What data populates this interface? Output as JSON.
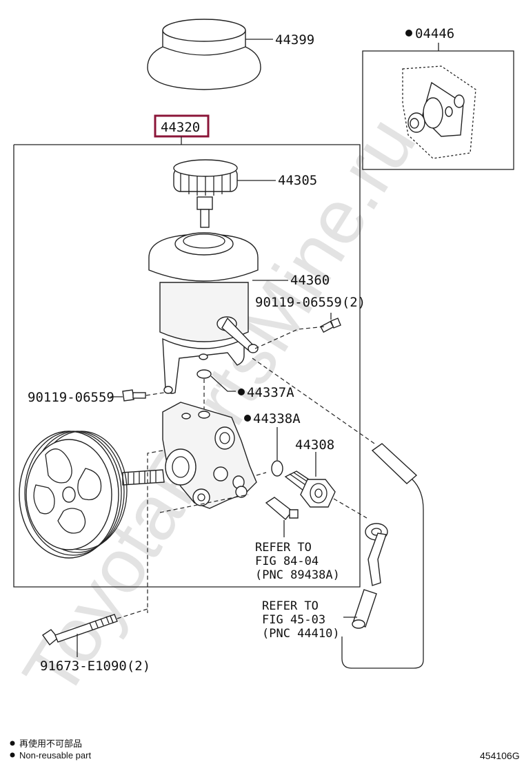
{
  "watermark": "ToyotaPartsMine.ru",
  "assembly_label": "44320",
  "colors": {
    "assembly_box": "#8b1538",
    "line": "#222222",
    "watermark": "#e3e3e3"
  },
  "parts": {
    "p44399": "44399",
    "p04446": "04446",
    "p44305": "44305",
    "p44360": "44360",
    "p90119_06559_2": "90119-06559(2)",
    "p90119_06559": "90119-06559",
    "p44337A": "44337A",
    "p44338A": "44338A",
    "p44308": "44308",
    "p91673_E1090_2": "91673-E1090(2)"
  },
  "references": {
    "ref1": {
      "line1": "REFER TO",
      "line2": "FIG 84-04",
      "line3": "(PNC 89438A)"
    },
    "ref2": {
      "line1": "REFER TO",
      "line2": "FIG 45-03",
      "line3": "(PNC 44410)"
    }
  },
  "legend": {
    "non_reusable_ja": "再使用不可部品",
    "non_reusable_en": "Non-reusable part"
  },
  "figure_id": "454106G"
}
